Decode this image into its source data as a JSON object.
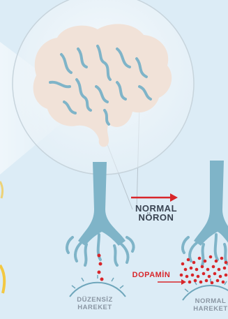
{
  "labels": {
    "normal_noron_line1": "NORMAL",
    "normal_noron_line2": "NÖRON",
    "dopamin": "DOPAMİN",
    "duzensiz_line1": "DÜZENSİZ",
    "duzensiz_line2": "HAREKET",
    "normal_hareket_line1": "NORMAL",
    "normal_hareket_line2": "HAREKET"
  },
  "colors": {
    "background": "#dcecf6",
    "brain": "#f1e2d8",
    "neuron": "#7fb4c8",
    "vessel": "#6fa6bb",
    "dopamine_red": "#d8262a",
    "yellow_accent": "#f3c842"
  },
  "icons": {
    "brain": "brain-icon",
    "arrow": "arrow-right-icon"
  }
}
